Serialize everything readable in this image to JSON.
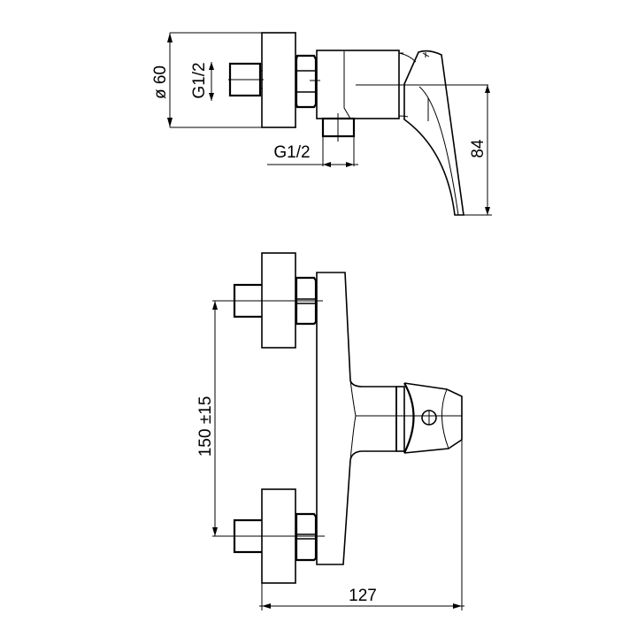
{
  "drawing": {
    "subject": "Wall-mounted single-lever shower mixer — technical dimension drawing",
    "background": "#ffffff",
    "line_color": "#000000"
  },
  "side_view": {
    "dimensions": {
      "diameter_label": "ø 60",
      "inlet_thread_label": "G1/2",
      "outlet_thread_label": "G1/2",
      "lever_height_label": "84"
    }
  },
  "front_view": {
    "dimensions": {
      "center_distance_label": "150 ±15",
      "depth_label": "127"
    }
  }
}
